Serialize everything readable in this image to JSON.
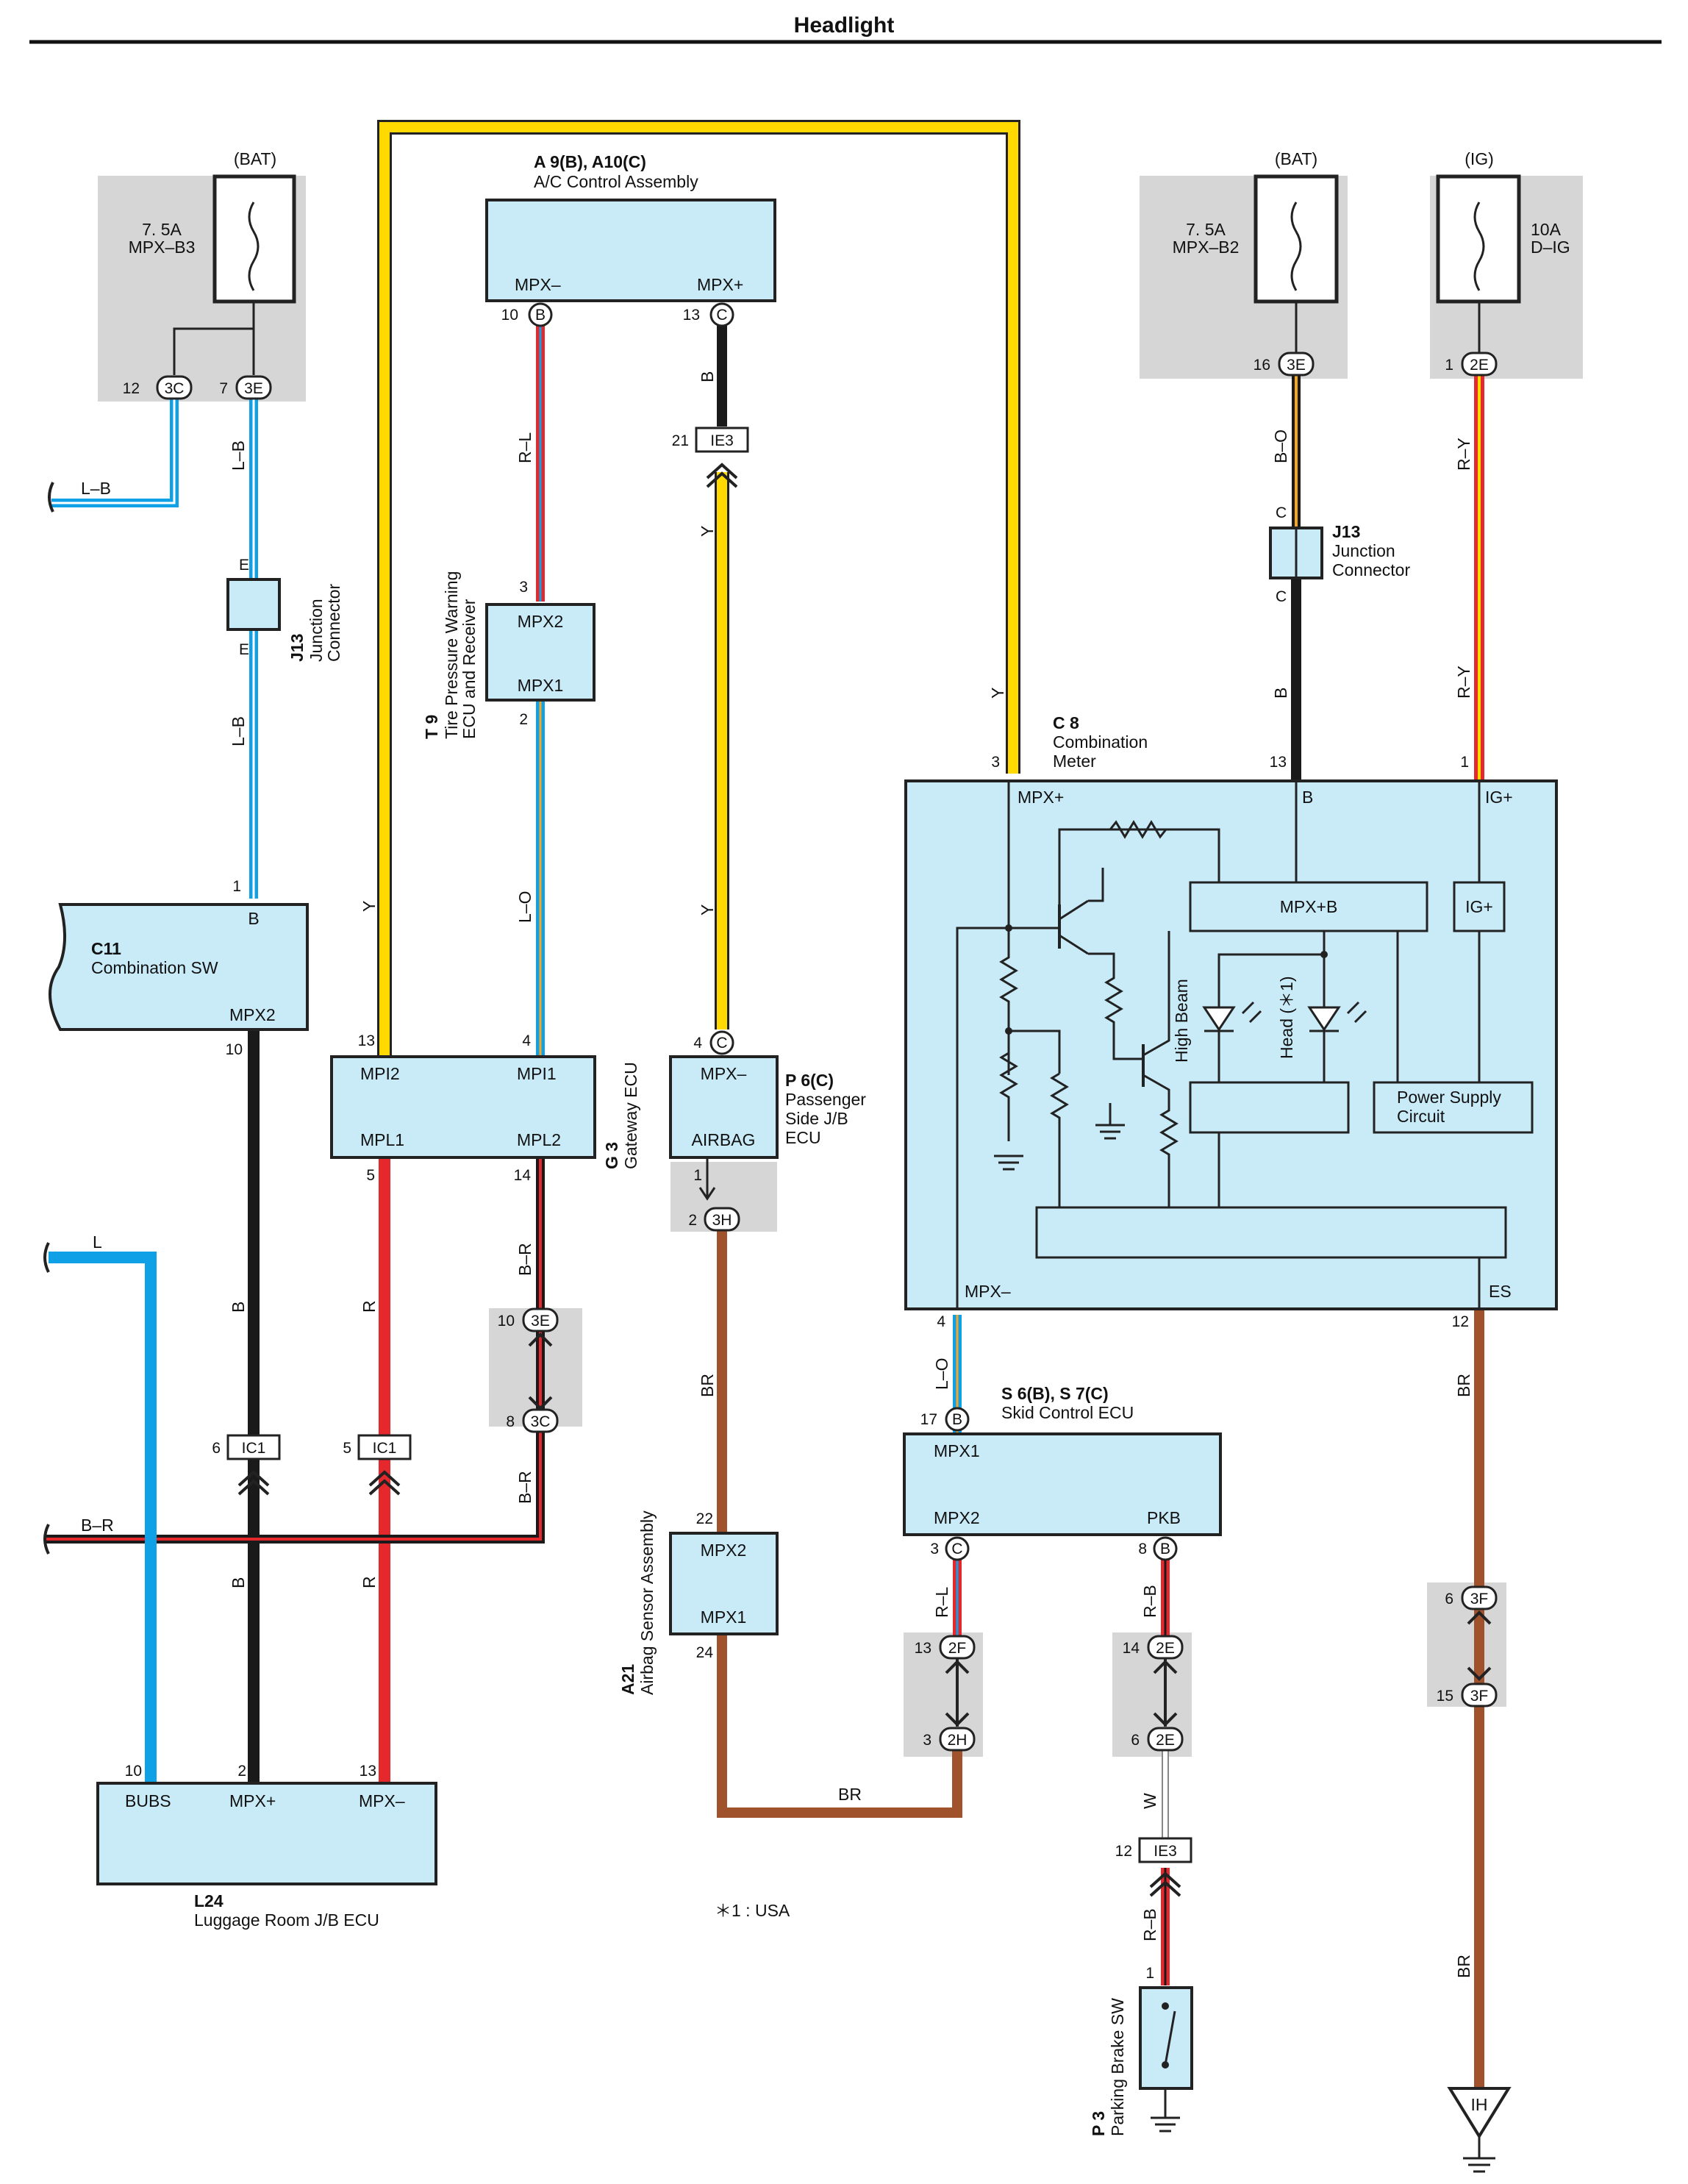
{
  "title": "Headlight",
  "note": "＊1 : USA",
  "components": {
    "bat1": {
      "supply": "(BAT)",
      "rating": "7. 5A",
      "name": "MPX–B3"
    },
    "bat2": {
      "supply": "(BAT)",
      "rating": "7. 5A",
      "name": "MPX–B2"
    },
    "ig": {
      "supply": "(IG)",
      "rating": "10A",
      "name": "D–IG"
    },
    "ac": {
      "code": "A 9(B), A10(C)",
      "name": "A/C Control Assembly",
      "pin_left": "MPX–",
      "pin_right": "MPX+"
    },
    "tpw": {
      "code": "T 9",
      "name1": "Tire Pressure Warning",
      "name2": "ECU and Receiver",
      "pin_top": "MPX2",
      "pin_bottom": "MPX1"
    },
    "j13a": {
      "code": "J13",
      "name1": "Junction",
      "name2": "Connector"
    },
    "j13b": {
      "code": "J13",
      "name1": "Junction",
      "name2": "Connector"
    },
    "c11": {
      "code": "C11",
      "name": "Combination SW",
      "pin_b": "B",
      "pin_mpx2": "MPX2"
    },
    "g3": {
      "code": "G 3",
      "name": "Gateway ECU",
      "mpi2": "MPI2",
      "mpi1": "MPI1",
      "mpl1": "MPL1",
      "mpl2": "MPL2"
    },
    "p6": {
      "code": "P 6(C)",
      "name1": "Passenger",
      "name2": "Side J/B",
      "name3": "ECU",
      "pin_top": "MPX–",
      "pin_bottom": "AIRBAG"
    },
    "c8": {
      "code": "C 8",
      "name1": "Combination",
      "name2": "Meter",
      "mpx_plus": "MPX+",
      "b": "B",
      "ig_plus": "IG+",
      "mpxb": "MPX+B",
      "ig_box": "IG+",
      "high_beam": "High Beam",
      "head": "Head (＊1)",
      "psc1": "Power Supply",
      "psc2": "Circuit",
      "mpx_minus": "MPX–",
      "es": "ES"
    },
    "s6": {
      "code": "S 6(B), S 7(C)",
      "name": "Skid Control ECU",
      "mpx1": "MPX1",
      "mpx2": "MPX2",
      "pkb": "PKB"
    },
    "a21": {
      "code": "A21",
      "name": "Airbag Sensor Assembly",
      "mpx2": "MPX2",
      "mpx1": "MPX1"
    },
    "l24": {
      "code": "L24",
      "name": "Luggage Room J/B ECU",
      "bubs": "BUBS",
      "mpxp": "MPX+",
      "mpxm": "MPX–"
    },
    "p3": {
      "code": "P 3",
      "name": "Parking Brake SW"
    },
    "ground": {
      "name": "IH"
    }
  },
  "connectors": {
    "c3c_a": "3C",
    "c3e_a": "3E",
    "ie3_a": "IE3",
    "c3e_b": "3E",
    "c2e_a": "2E",
    "c3h": "3H",
    "ic1_a": "IC1",
    "ic1_b": "IC1",
    "c3e_c": "3E",
    "c3c_b": "3C",
    "c2f": "2F",
    "c2h": "2H",
    "c2e_b": "2E",
    "c2e_c": "2E",
    "ie3_b": "IE3",
    "c3f_a": "3F",
    "c3f_b": "3F",
    "pin_b": "B",
    "pin_c": "C",
    "pin_e": "E"
  },
  "pins": {
    "p12": "12",
    "p7": "7",
    "p10": "10",
    "p13": "13",
    "p21": "21",
    "p3": "3",
    "p2": "2",
    "p16": "16",
    "p1": "1",
    "p4": "4",
    "p5": "5",
    "p14": "14",
    "p6": "6",
    "p8": "8",
    "p17": "17",
    "p22": "22",
    "p24": "24",
    "p15": "15"
  },
  "wires": {
    "lb": "L–B",
    "l": "L",
    "br_wire": "B–R",
    "b": "B",
    "r": "R",
    "y": "Y",
    "rl": "R–L",
    "lo": "L–O",
    "bo": "B–O",
    "ry": "R–Y",
    "brn": "BR",
    "rb": "R–B",
    "w": "W"
  },
  "colors": {
    "blue": "#0fa0e6",
    "yellow": "#ffd900",
    "red": "#e4282c",
    "black": "#1a1a1a",
    "brown": "#a0522d",
    "orange": "#f5a623",
    "box_fill": "#c9ebf8",
    "gray_fill": "#d6d6d6"
  }
}
